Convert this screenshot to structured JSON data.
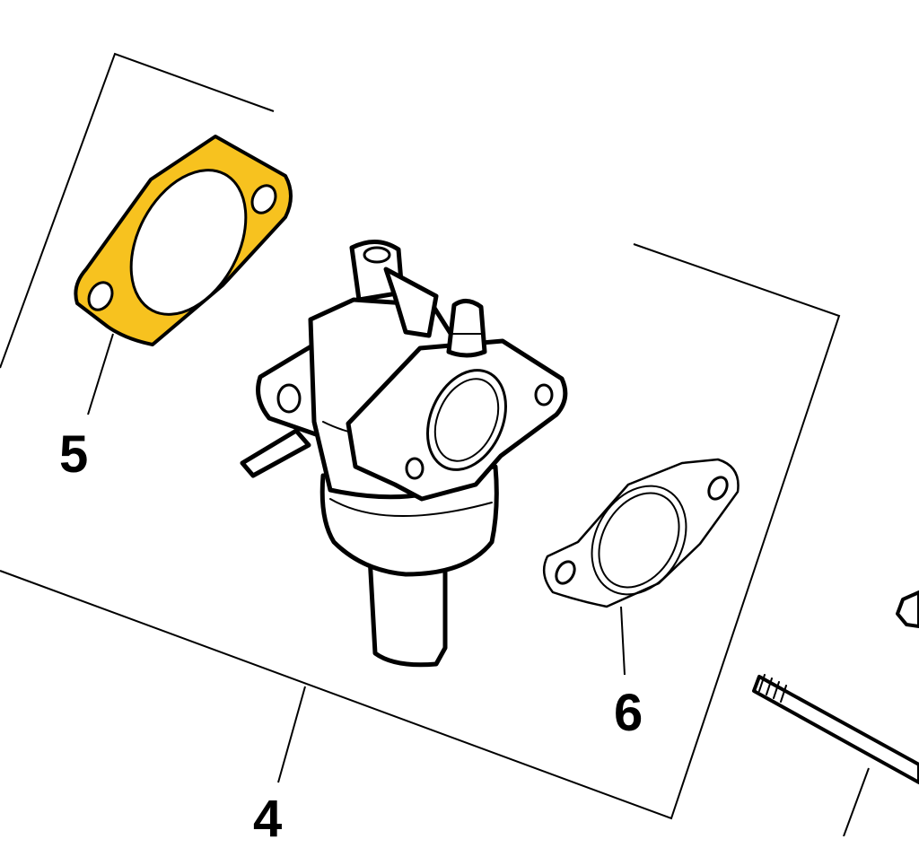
{
  "diagram": {
    "highlight_color": "#f7c21f",
    "line_color": "#000000",
    "callouts": {
      "part_4": "4",
      "part_5": "5",
      "part_6": "6"
    }
  }
}
